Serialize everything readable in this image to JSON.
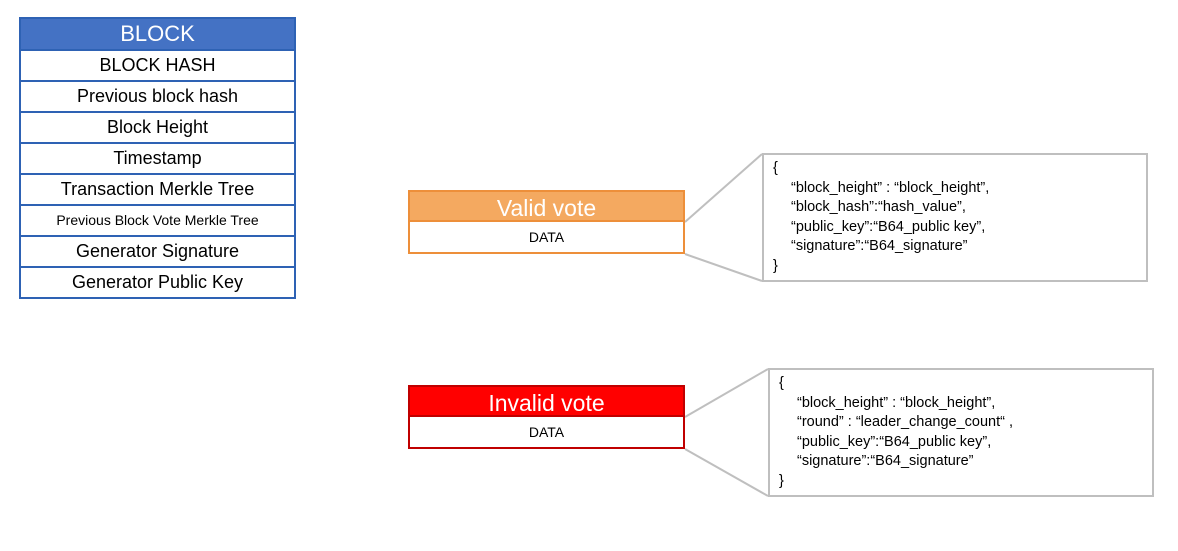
{
  "block": {
    "title": "BLOCK",
    "fields": [
      "BLOCK HASH",
      "Previous block hash",
      "Block Height",
      "Timestamp",
      "Transaction Merkle Tree",
      "Previous Block Vote Merkle Tree",
      "Generator Signature",
      "Generator Public Key"
    ]
  },
  "valid_vote": {
    "title": "Valid vote",
    "data_label": "DATA",
    "json": {
      "open": "{",
      "lines": [
        "“block_height” : “block_height”,",
        "“block_hash”:“hash_value”,",
        "“public_key”:“B64_public key”,",
        "“signature”:“B64_signature”"
      ],
      "close": "}"
    }
  },
  "invalid_vote": {
    "title": "Invalid vote",
    "data_label": "DATA",
    "json": {
      "open": "{",
      "lines": [
        "“block_height” : “block_height”,",
        "“round” : “leader_change_count“ ,",
        "“public_key”:“B64_public key”,",
        "“signature”:“B64_signature”"
      ],
      "close": "}"
    }
  },
  "colors": {
    "block_header": "#4472c4",
    "block_border": "#2e62b4",
    "valid_header": "#f4a960",
    "valid_border": "#ed8f3a",
    "invalid_header": "#ff0000",
    "invalid_border": "#c00000",
    "callout_border": "#bfbfbf"
  }
}
